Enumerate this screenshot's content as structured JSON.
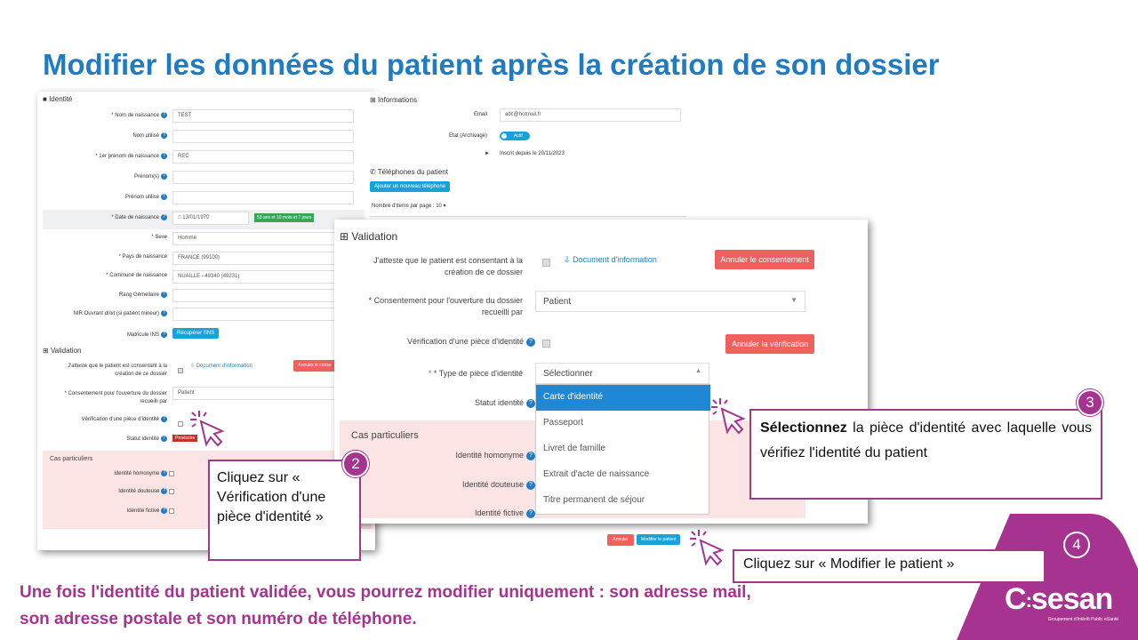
{
  "title": "Modifier les données du patient après la création de son dossier",
  "left_form": {
    "identite_header": "Identité",
    "fields": [
      {
        "label": "* Nom de naissance",
        "value": "TEST"
      },
      {
        "label": "Nom utilisé",
        "value": ""
      },
      {
        "label": "* 1er prénom de naissance",
        "value": "REC"
      },
      {
        "label": "Prénom(s)",
        "value": ""
      },
      {
        "label": "Prénom utilisé",
        "value": ""
      }
    ],
    "birth_label": "* Date de naissance",
    "birth_value": "13/01/1970",
    "age_badge": "53 ans et 10 mois et 7 jours",
    "sexe_label": "* Sexe",
    "sexe_value": "Homme",
    "pays_label": "* Pays de naissance",
    "pays_value": "FRANCE (99100)",
    "commune_label": "* Commune de naissance",
    "commune_value": "NUAILLE - 49340 (49231)",
    "rang_label": "Rang Gémellaire",
    "nir_label": "NIR Ouvrant droit (si patient mineur)",
    "matricule_label": "Matricule INS",
    "recuperer_button": "Récupérer l'INS",
    "validation_header": "Validation",
    "atteste_label": "J'atteste que le patient est consentant à la création de ce dossier",
    "doc_info": "Document d'information",
    "annuler_consent_short": "Annuler le conse",
    "consent_ouverture_label": "* Consentement pour l'ouverture du dossier recueilli par",
    "consent_value": "Patient",
    "verif_label": "Vérification d'une pièce d'identité",
    "statut_label": "Statut identité",
    "statut_badge": "Provisoire",
    "cas_header": "Cas particuliers",
    "cas_items": [
      "Identité homonyme",
      "Identité douteuse",
      "Identité fictive"
    ]
  },
  "info_panel": {
    "header": "Informations",
    "email_label": "Email",
    "email_value": "abc@hotmail.fr",
    "etat_label": "Etat (Archivage)",
    "etat_value": "Actif",
    "inscrit": "Inscrit depuis le 20/11/2023",
    "tel_header": "Téléphones du patient",
    "add_tel_button": "Ajouter un nouveau téléphone",
    "items_per_page_label": "Nombre d'items par page :",
    "items_per_page_value": "10"
  },
  "right_panel": {
    "validation_header": "Validation",
    "atteste_label": "J'atteste que le patient est consentant à la création de ce dossier",
    "doc_info": "Document d'information",
    "annuler_consent_button": "Annuler le consentement",
    "consent_label": "* Consentement pour l'ouverture du dossier recueilli par",
    "consent_value": "Patient",
    "verif_label": "Vérification d'une pièce d'identité",
    "annuler_verif_button": "Annuler la vérification",
    "type_label": "* Type de pièce d'identité",
    "type_placeholder": "Sélectionner",
    "statut_label": "Statut identité",
    "cas_header": "Cas particuliers",
    "cas_items": [
      "Identité homonyme",
      "Identité douteuse",
      "Identité fictive"
    ],
    "dropdown_options": [
      "Carte d'identité",
      "Passeport",
      "Livret de famille",
      "Extrait d'acte de naissance",
      "Titre permanent de séjour"
    ],
    "annuler_button": "Annuler",
    "modifier_button": "Modifier le patient"
  },
  "callouts": {
    "c2": "Cliquez sur « Vérification d'une pièce d'identité »",
    "c3_bold": "Sélectionnez",
    "c3_rest": " la pièce d'identité avec laquelle vous vérifiez l'identité du patient",
    "c4": "Cliquez sur « Modifier le patient »",
    "badge2": "2",
    "badge3": "3",
    "badge4": "4"
  },
  "footer_lines": [
    "Une fois l'identité du patient validée, vous pourrez modifier uniquement : son adresse mail,",
    "son adresse postale et son numéro de téléphone."
  ],
  "logo": {
    "name": "sesan",
    "tagline": "Groupement d'Intérêt Public eSanté"
  },
  "colors": {
    "title": "#1f7cc2",
    "accent": "#a5338f",
    "button_blue": "#17a2d8",
    "button_red": "#f0605e",
    "selected_option": "#1e88d6",
    "cas_bg": "#fce4e4"
  }
}
